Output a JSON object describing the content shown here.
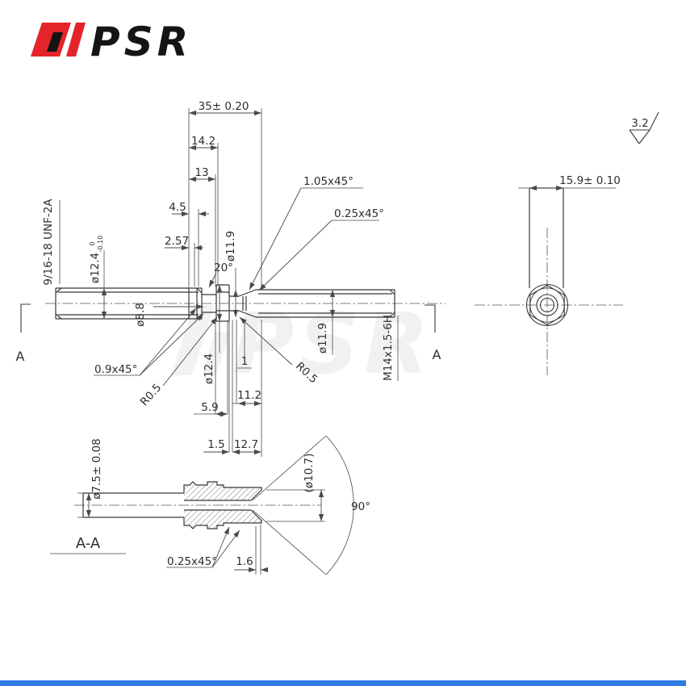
{
  "brand": {
    "logo_text": "PSR",
    "accent_red": "#e4242b",
    "mark_black": "#141414"
  },
  "watermark": {
    "text": "PSR"
  },
  "surface_finish": {
    "roughness": "3.2"
  },
  "main_view": {
    "section_label_left": "A",
    "section_label_right": "A",
    "thread_left": "9/16-18 UNF-2A",
    "thread_right": "M14x1.5-6H",
    "dims": {
      "overall": "35± 0.20",
      "len14_2": "14.2",
      "len13": "13",
      "len4_5": "4.5",
      "len2_57": "2.57",
      "chamfer1_05": "1.05x45°",
      "chamfer0_25": "0.25x45°",
      "dia11_9_top": "ø11.9",
      "dia12_4_left": "ø12.4",
      "dia12_4_tol_upper": "0",
      "dia12_4_tol_lower": "-0.10",
      "dia8_8": "ø8.8",
      "angle20": "20°",
      "chamfer0_9": "0.9x45°",
      "radius_left": "R0.5",
      "dia12_4_mid": "ø12.4",
      "len1": "1",
      "radius_right": "R0.5",
      "dia11_9_right": "ø11.9",
      "len5_9": "5.9",
      "len11_2": "11.2",
      "len1_5": "1.5",
      "len12_7": "12.7"
    }
  },
  "end_view": {
    "dims": {
      "width15_9": "15.9± 0.10"
    }
  },
  "section_view": {
    "title": "A-A",
    "dims": {
      "dia7_5": "ø7.5± 0.08",
      "dia10_7": "(ø10.7)",
      "chamfer0_25": "0.25x45°",
      "len1_6": "1.6",
      "angle90": "90°"
    }
  },
  "footer": {
    "bar_color": "#2e7ce4"
  }
}
